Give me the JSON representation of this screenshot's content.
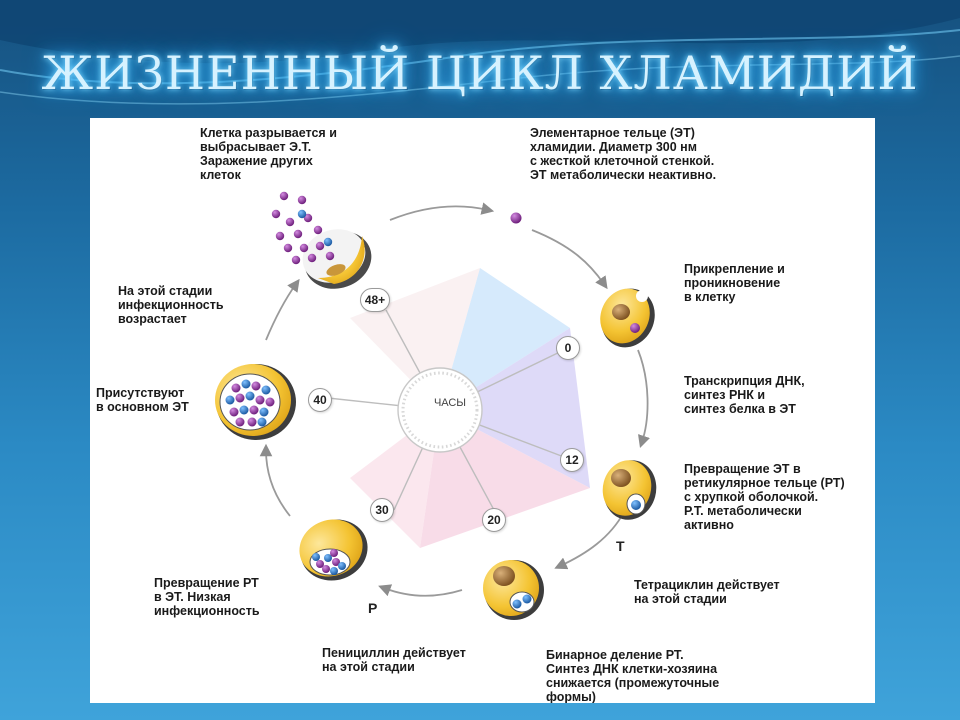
{
  "title": "ЖИЗНЕННЫЙ ЦИКЛ ХЛАМИДИЙ",
  "clock_label": "ЧАСЫ",
  "hours": {
    "h0": "0",
    "h12": "12",
    "h20": "20",
    "h30": "30",
    "h40": "40",
    "h48": "48+"
  },
  "stage_letters": {
    "t": "Т",
    "p": "Р"
  },
  "labels": {
    "cell_bursts": "Клетка разрывается и\nвыбрасывает Э.Т.\nЗаражение других\nклеток",
    "elementary_body": "Элементарное тельце (ЭТ)\nхламидии. Диаметр 300 нм\nс жесткой клеточной стенкой.\nЭТ метаболически неактивно.",
    "attachment": "Прикрепление и\nпроникновение\nв клетку",
    "transcription": "Транскрипция ДНК,\nсинтез РНК и\nсинтез белка в ЭТ",
    "et_to_rt": "Превращение ЭТ в\nретикулярное тельце (РТ)\nс хрупкой оболочкой.\nР.Т. метаболически\nактивно",
    "tetracycline": "Тетрациклин действует\nна этой стадии",
    "binary_division": "Бинарное деление РТ.\nСинтез ДНК клетки-хозяина\nснижается (промежуточные\nформы)",
    "penicillin": "Пенициллин действует\nна этой стадии",
    "rt_to_et": "Превращение РТ\nв ЭТ. Низкая\nинфекционность",
    "present_et": "Присутствуют\nв основном ЭТ",
    "infectivity_rises": "На этой стадии\nинфекционность\nвозрастает"
  },
  "colors": {
    "cell_yellow": "#f2c12e",
    "nucleus_brown": "#9b6a2a",
    "elementary_body": "#8e3a9a",
    "reticulate_body": "#2e78c0",
    "arrow": "#9a9a9a"
  }
}
